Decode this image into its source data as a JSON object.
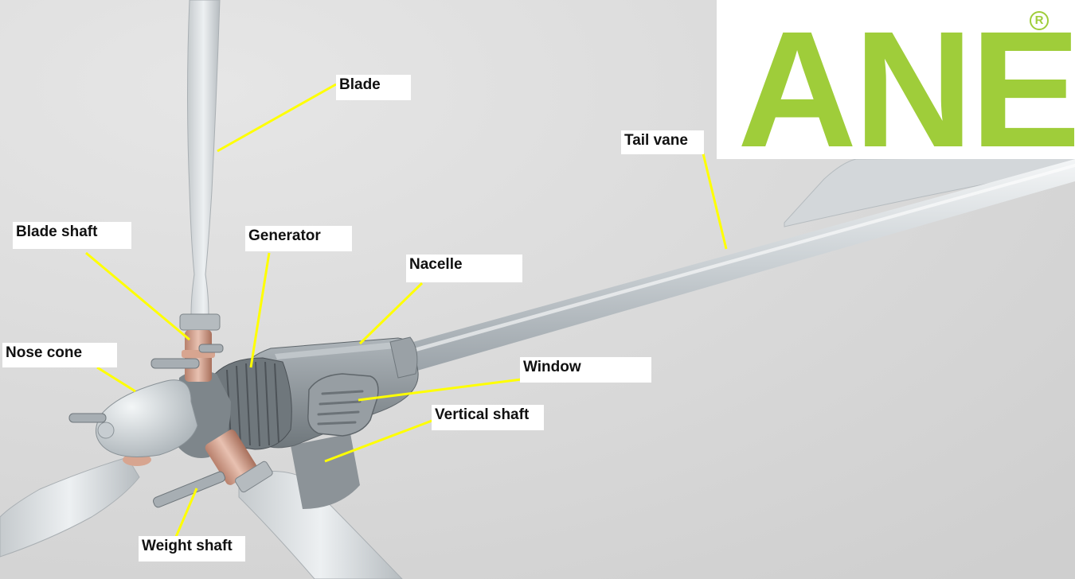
{
  "colors": {
    "background": "#dcdcdc",
    "leader_line": "#ffff00",
    "logo_green": "#9fcd3a",
    "body_grey": "#8f969b",
    "copper": "#d7a590"
  },
  "logo": {
    "text": "ANE",
    "registered_mark": "R"
  },
  "labels": {
    "blade": "Blade",
    "tail_vane": "Tail vane",
    "blade_shaft": "Blade shaft",
    "generator": "Generator",
    "nacelle": "Nacelle",
    "nose_cone": "Nose cone",
    "window": "Window",
    "vertical_shaft": "Vertical shaft",
    "weight_shaft": "Weight shaft"
  }
}
